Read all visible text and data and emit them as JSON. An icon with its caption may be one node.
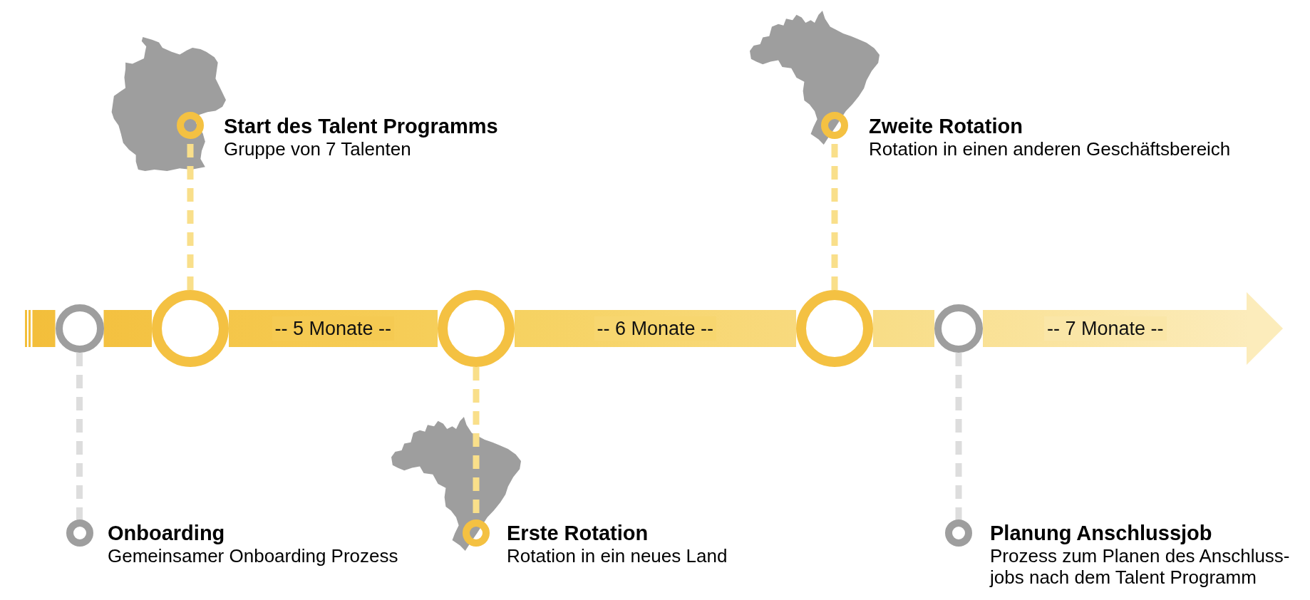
{
  "diagram": {
    "nodes": [
      {
        "text": [],
        "shape": "circle",
        "beside": [
          "Start des Talent Programms",
          "Gruppe von 7 Talenten"
        ]
      },
      {
        "text": [],
        "shape": "circle",
        "beside": [
          "Zweite Rotation",
          "Rotation in einen anderen Geschäftsbereich"
        ]
      },
      {
        "text": [],
        "shape": "circle"
      },
      {
        "text": [],
        "shape": "circle"
      },
      {
        "text": [],
        "shape": "circle"
      },
      {
        "text": [],
        "shape": "circle"
      },
      {
        "text": [],
        "shape": "circle"
      },
      {
        "text": [],
        "shape": "circle",
        "beside": [
          "Onboarding",
          "Gemeinsamer Onboarding Prozess"
        ]
      },
      {
        "text": [],
        "shape": "circle",
        "beside": [
          "Erste Rotation",
          "Rotation in ein neues Land"
        ]
      },
      {
        "text": [],
        "shape": "circle",
        "beside": [
          "Planung Anschlussjob",
          "Prozess zum Planen des Anschluss- jobs nach dem Talent Programm"
        ]
      }
    ],
    "edges": [
      {
        "from": null,
        "to": 2,
        "arrow": "none",
        "style": "thick"
      },
      {
        "from": 2,
        "to": 3,
        "arrow": "none",
        "style": "thick"
      },
      {
        "from": 3,
        "to": 4,
        "arrow": "none",
        "style": "thick",
        "label": "-- 5 Monate --"
      },
      {
        "from": 4,
        "to": 5,
        "arrow": "none",
        "style": "thick",
        "label": "-- 6 Monate --"
      },
      {
        "from": 5,
        "to": 6,
        "arrow": "none",
        "style": "thick"
      },
      {
        "from": 6,
        "to": null,
        "arrow": "to",
        "style": "thick",
        "label": "-- 7 Monate --"
      },
      {
        "from": 3,
        "to": 0,
        "arrow": "none",
        "style": "dashed",
        "color": "#f9df8a"
      },
      {
        "from": 5,
        "to": 1,
        "arrow": "none",
        "style": "dashed",
        "color": "#f9df8a"
      },
      {
        "from": 2,
        "to": 7,
        "arrow": "none",
        "style": "dashed",
        "color": "#dddddd"
      },
      {
        "from": 4,
        "to": 8,
        "arrow": "none",
        "style": "dashed",
        "color": "#f9df8a"
      },
      {
        "from": 6,
        "to": 9,
        "arrow": "none",
        "style": "dashed",
        "color": "#dddddd"
      }
    ]
  }
}
